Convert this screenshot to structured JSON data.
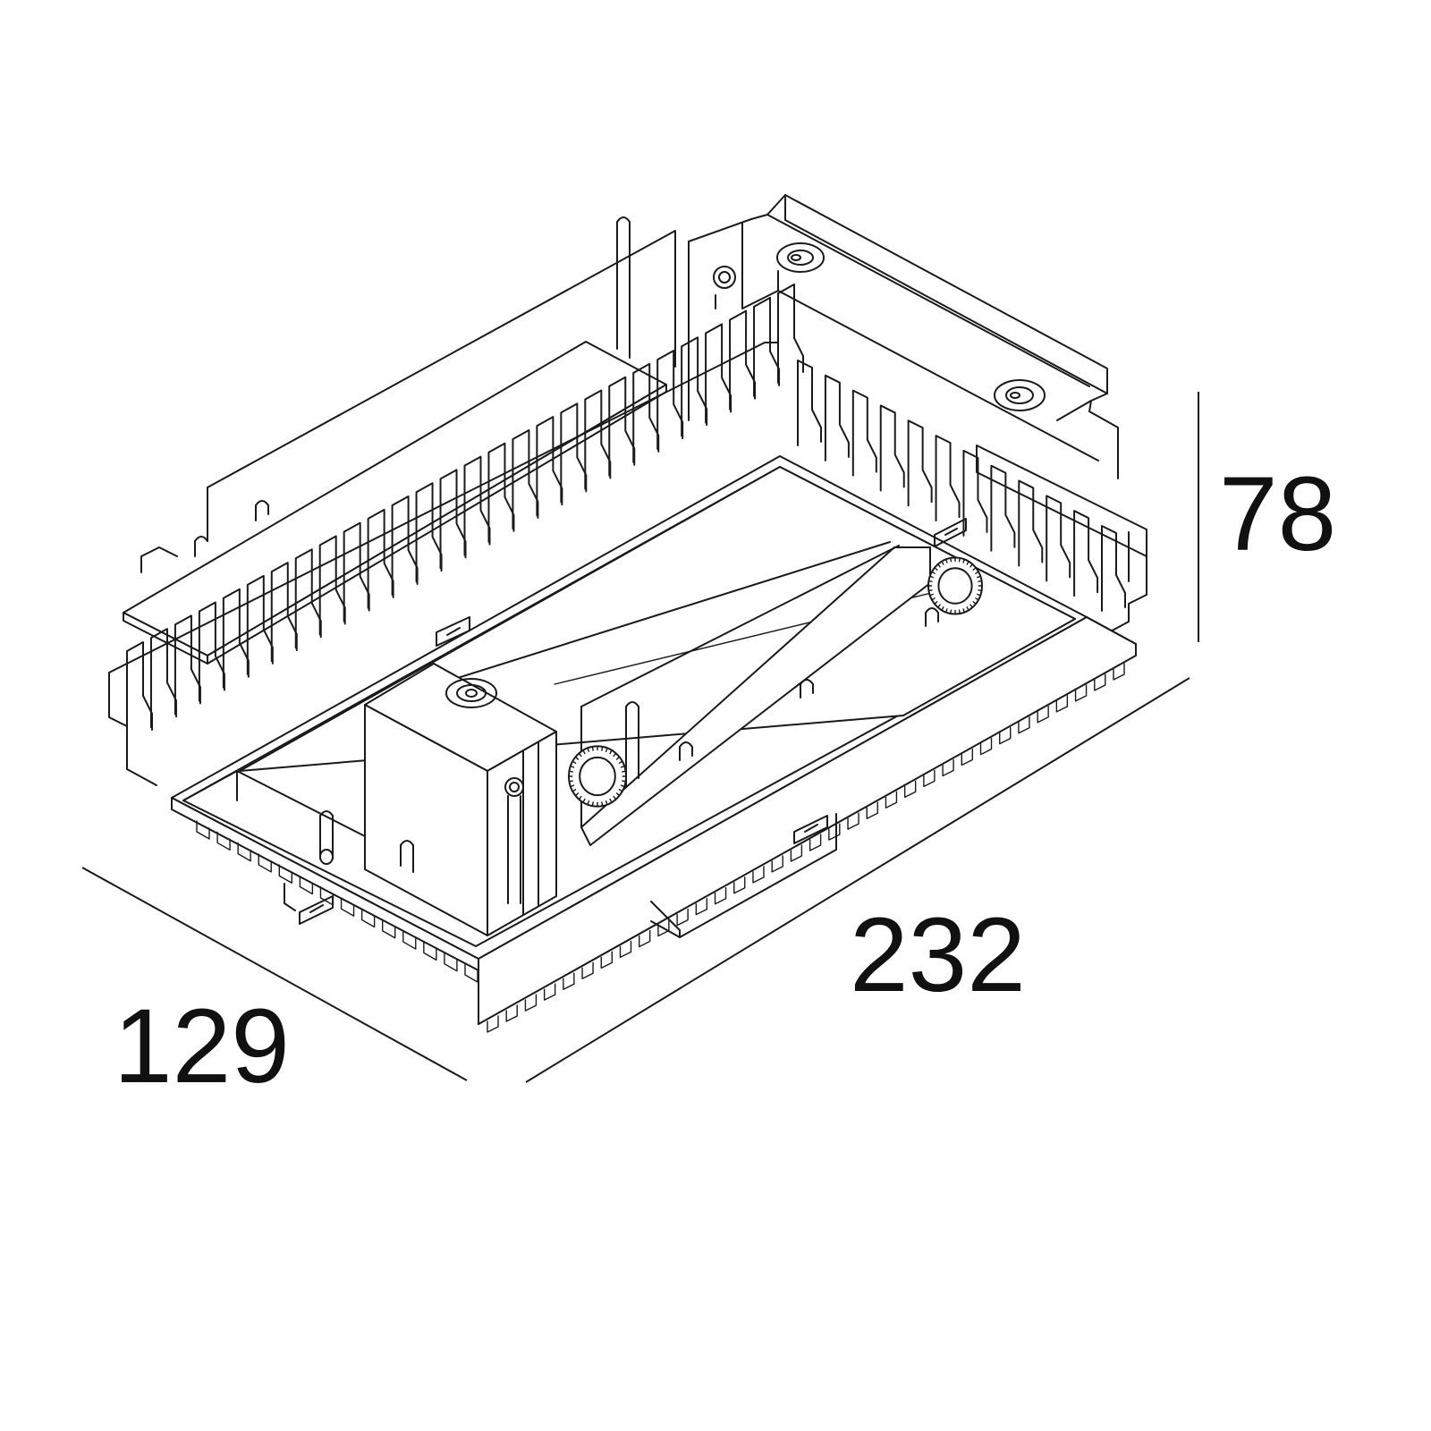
{
  "dimensions": {
    "height": "78",
    "length": "232",
    "depth": "129"
  },
  "colors": {
    "stroke": "#1a1a1a",
    "background": "#ffffff",
    "text": "#111111"
  }
}
